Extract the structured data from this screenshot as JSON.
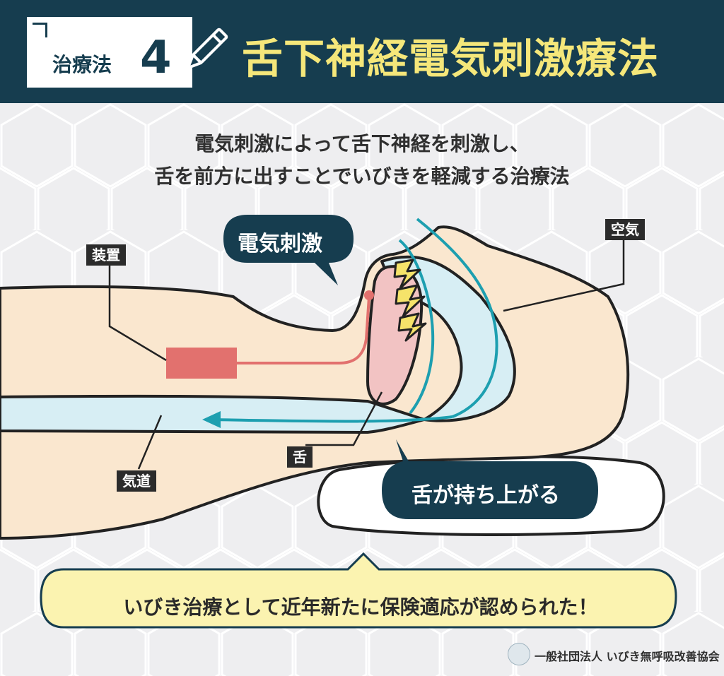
{
  "header": {
    "badge_label": "治療法",
    "badge_number": "4",
    "title": "舌下神経電気刺激療法"
  },
  "subtitle": {
    "line1": "電気刺激によって舌下神経を刺激し、",
    "line2": "舌を前方に出すことでいびきを軽減する治療法"
  },
  "labels": {
    "device": "装置",
    "air": "空気",
    "tongue": "舌",
    "airway": "気道"
  },
  "callouts": {
    "stimulation": "電気刺激",
    "tongue_lifts": "舌が持ち上がる"
  },
  "note": "いびき治療として近年新たに保険適応が認められた！",
  "footer": {
    "org": "一般社団法人 いびき無呼吸改善協会"
  },
  "colors": {
    "header_bg": "#163d4f",
    "title_yellow": "#f5e77a",
    "skin": "#fae7cf",
    "airway_blue": "#d7eef4",
    "arrow_teal": "#1d9fb0",
    "device_red": "#e2716e",
    "tongue_pink": "#f2c3c3",
    "note_bg": "#fbf3b0"
  }
}
